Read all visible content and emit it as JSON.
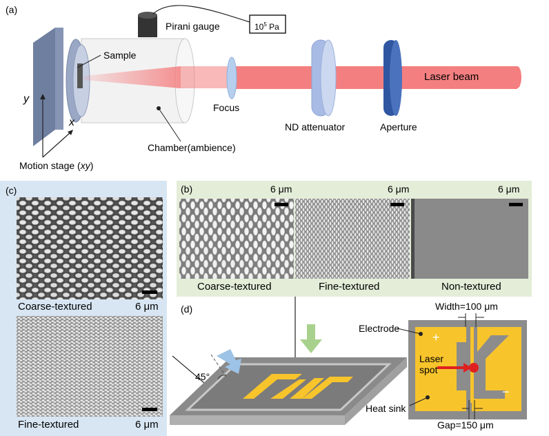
{
  "panel_a": {
    "label": "(a)",
    "pirani_gauge": "Pirani gauge",
    "pressure_base": "10",
    "pressure_exp": "5",
    "pressure_unit": "Pa",
    "sample": "Sample",
    "axis_y": "y",
    "axis_x": "x",
    "motion_stage_prefix": "Motion stage (",
    "motion_stage_var": "xy",
    "motion_stage_suffix": ")",
    "chamber": "Chamber(ambience)",
    "focus": "Focus",
    "nd_attenuator": "ND attenuator",
    "aperture": "Aperture",
    "laser_beam": "Laser beam"
  },
  "panel_b": {
    "label": "(b)",
    "images": [
      {
        "scale": "6 μm",
        "caption": "Coarse-textured"
      },
      {
        "scale": "6 μm",
        "caption": "Fine-textured"
      },
      {
        "scale": "6 μm",
        "caption": "Non-textured"
      }
    ]
  },
  "panel_c": {
    "label": "(c)",
    "images": [
      {
        "caption": "Coarse-textured",
        "scale": "6 μm"
      },
      {
        "caption": "Fine-textured",
        "scale": "6 μm"
      }
    ]
  },
  "panel_d": {
    "label": "(d)",
    "angle": "45°",
    "width": "Width=100 μm",
    "electrode": "Electrode",
    "plus": "+",
    "minus": "−",
    "laser_spot_line1": "Laser",
    "laser_spot_line2": "spot",
    "heat_sink": "Heat sink",
    "gap": "Gap=150 μm"
  },
  "colors": {
    "laser": "#f47f80",
    "electrode": "#f7c42c",
    "panel_b_bg": "#e3edd8",
    "panel_c_bg": "#d8e6f3",
    "optic_blue": "#9db4e0",
    "aperture_blue": "#2f56a0",
    "arrow_green": "#a9d18e",
    "arrow_blue": "#9dc3e6"
  }
}
